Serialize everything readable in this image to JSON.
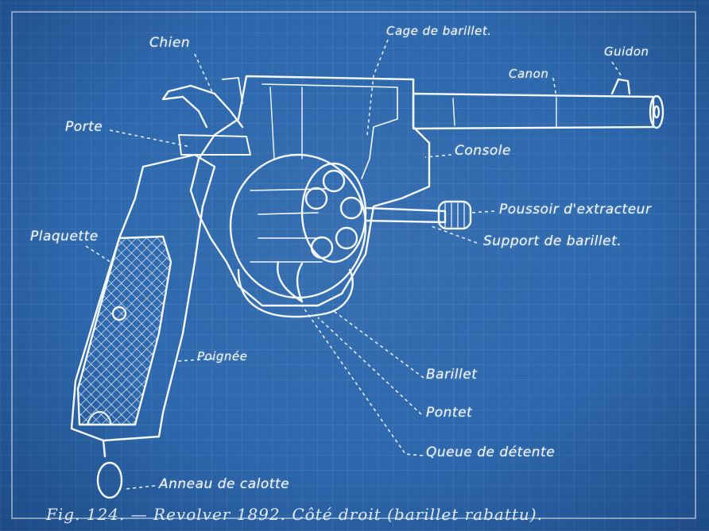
{
  "labels": {
    "chien": "Chien",
    "cage": "Cage de barillet.",
    "guidon": "Guidon",
    "canon": "Canon",
    "porte": "Porte",
    "console": "Console",
    "poussoir": "Poussoir d'extracteur",
    "support": "Support de barillet.",
    "plaquette": "Plaquette",
    "poignee": "Poignée",
    "barillet": "Barillet",
    "pontet": "Pontet",
    "queue": "Queue de détente",
    "anneau": "Anneau de calotte"
  },
  "caption": "Fig. 124. — Revolver 1892. Côté droit (barillet rabattu).",
  "colors": {
    "background": "#2d68ad",
    "ink": "#f4f8ff"
  }
}
